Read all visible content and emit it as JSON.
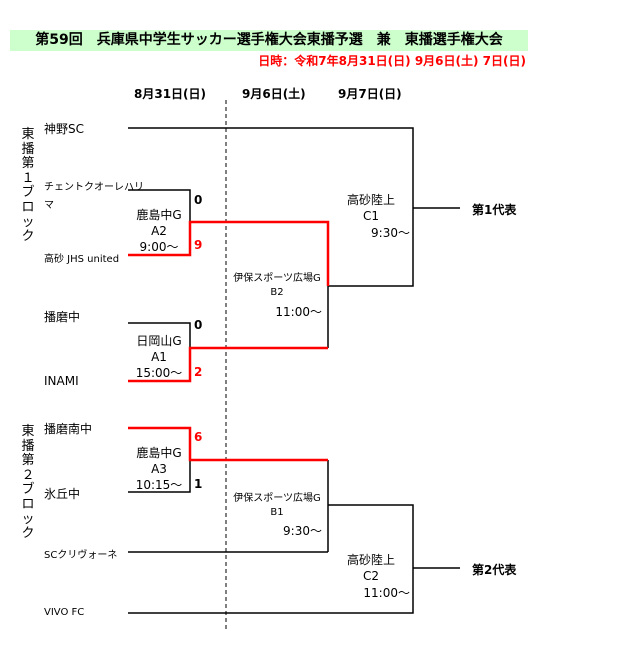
{
  "title": "第59回　兵庫県中学生サッカー選手権大会東播予選　兼　東播選手権大会",
  "schedule": "日時：令和7年8月31日(日) 9月6日(土) 7日(日)",
  "dates": [
    "8月31日(日)",
    "9月6日(土)",
    "9月7日(日)"
  ],
  "blocks": [
    "東播第１ブロック",
    "東播第２ブロック"
  ],
  "teams": {
    "t1": "神野SC",
    "t2a": "チェントクオーレハリ",
    "t2b": "マ",
    "t3": "高砂 JHS united",
    "t4": "播磨中",
    "t5": "INAMI",
    "t6": "播磨南中",
    "t7": "氷丘中",
    "t8": "SCクリヴォーネ",
    "t9": "VIVO FC"
  },
  "matches": {
    "a2": {
      "venue": "鹿島中G",
      "code": "A2",
      "time": "9:00～",
      "score_top": "0",
      "score_bottom": "9"
    },
    "a1": {
      "venue": "日岡山G",
      "code": "A1",
      "time": "15:00～",
      "score_top": "0",
      "score_bottom": "2"
    },
    "a3": {
      "venue": "鹿島中G",
      "code": "A3",
      "time": "10:15～",
      "score_top": "6",
      "score_bottom": "1"
    },
    "b2": {
      "venue": "伊保スポーツ広場G",
      "code": "B2",
      "time": "11:00～"
    },
    "b1": {
      "venue": "伊保スポーツ広場G",
      "code": "B1",
      "time": "9:30～"
    },
    "c1": {
      "venue": "高砂陸上",
      "code": "C1",
      "time": "9:30～"
    },
    "c2": {
      "venue": "高砂陸上",
      "code": "C2",
      "time": "11:00～"
    }
  },
  "representatives": [
    "第1代表",
    "第2代表"
  ],
  "colors": {
    "title_bg": "#ccffcc",
    "winner": "#ff0000",
    "line": "#000000"
  }
}
